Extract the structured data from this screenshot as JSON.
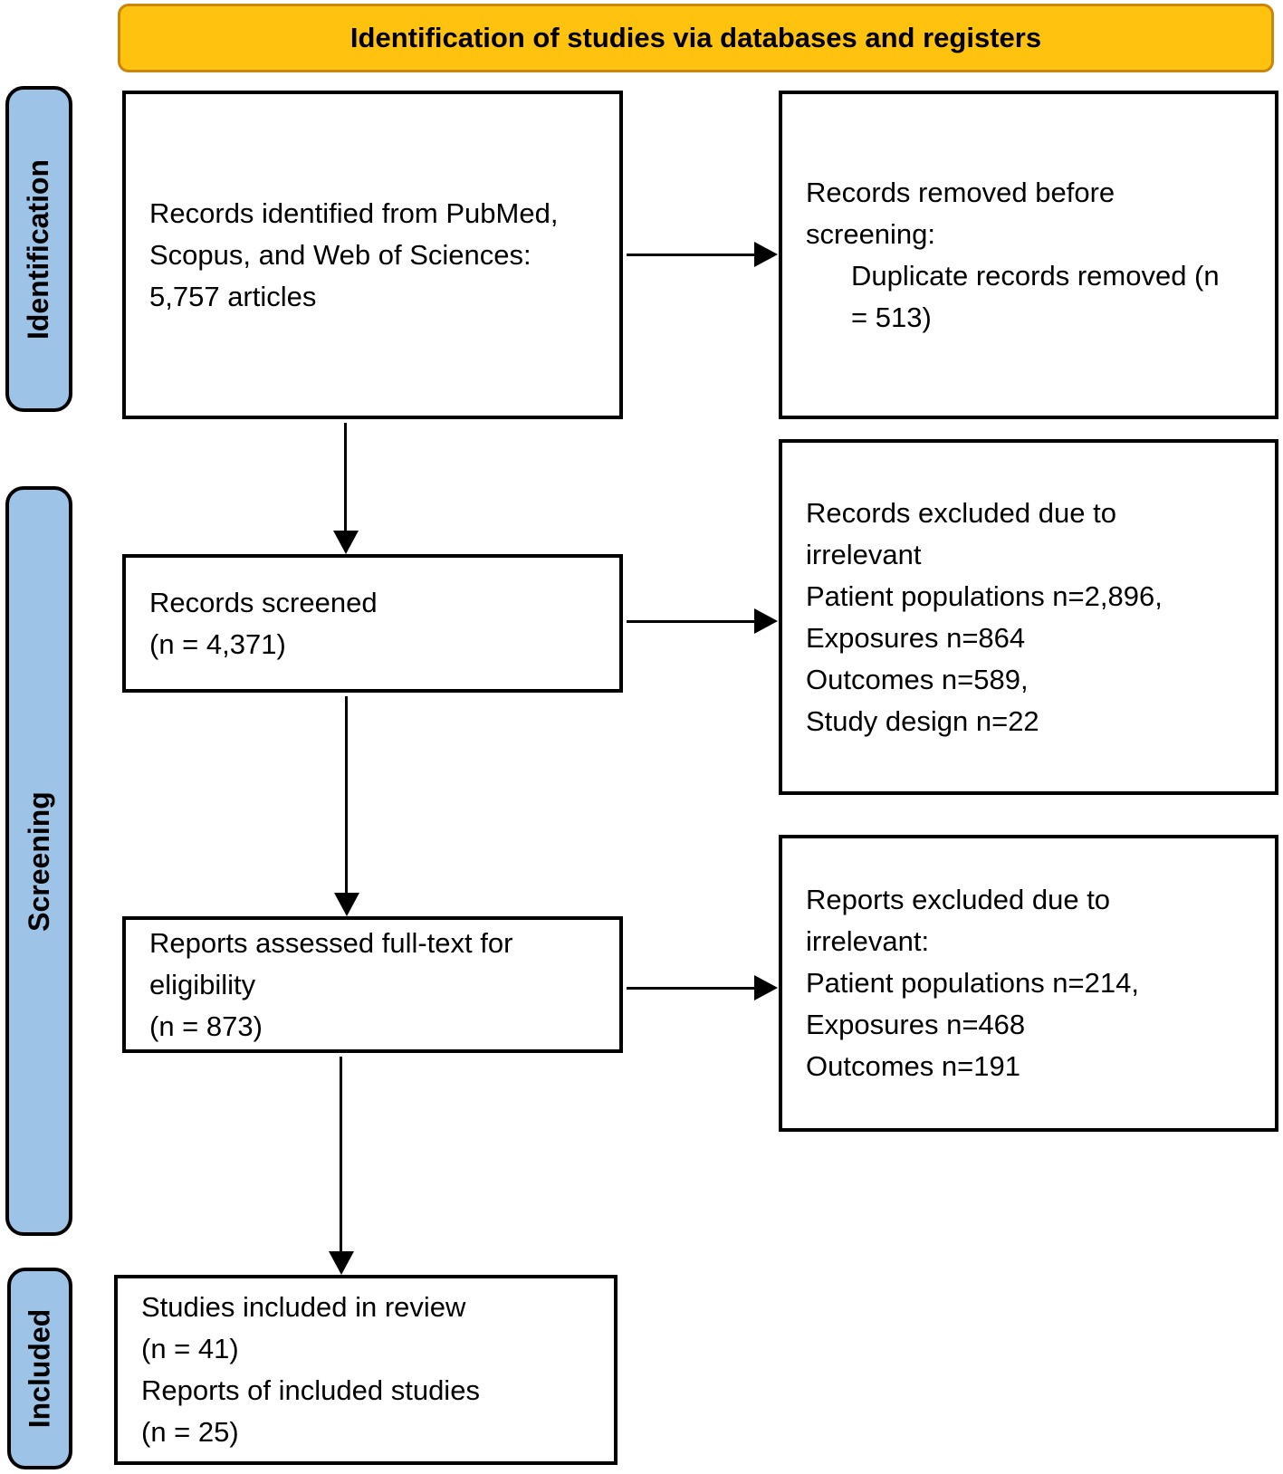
{
  "banner": {
    "label": "Identification of studies via databases and registers"
  },
  "colors": {
    "banner_fill": "#FFC20E",
    "banner_border": "#C8860B",
    "stage_fill": "#9DC3E6",
    "box_border": "#000000",
    "background": "#FFFFFF"
  },
  "stages": [
    {
      "label": "Identification"
    },
    {
      "label": "Screening"
    },
    {
      "label": "Included"
    }
  ],
  "boxes": {
    "records_identified": {
      "lines": [
        {
          "text": "Records identified from PubMed,"
        },
        {
          "text": "Scopus, and Web of Sciences:"
        },
        {
          "text": "5,757 articles"
        }
      ]
    },
    "records_removed": {
      "lines": [
        {
          "text": "Records removed before"
        },
        {
          "text": "screening:"
        },
        {
          "text": "Duplicate records removed (n",
          "indent": true
        },
        {
          "text": "= 513)",
          "indent": true
        }
      ]
    },
    "records_screened": {
      "lines": [
        {
          "text": "Records screened"
        },
        {
          "text": "(n = 4,371)"
        }
      ]
    },
    "records_excluded": {
      "lines": [
        {
          "text": "Records excluded due to"
        },
        {
          "text": "irrelevant"
        },
        {
          "text": "Patient populations n=2,896,"
        },
        {
          "text": "Exposures n=864"
        },
        {
          "text": "Outcomes n=589,"
        },
        {
          "text": "Study design n=22"
        }
      ]
    },
    "reports_assessed": {
      "lines": [
        {
          "text": "Reports assessed full-text for"
        },
        {
          "text": "eligibility"
        },
        {
          "text": "(n = 873)"
        }
      ]
    },
    "reports_excluded": {
      "lines": [
        {
          "text": "Reports excluded due to"
        },
        {
          "text": "irrelevant:"
        },
        {
          "text": "Patient populations n=214,"
        },
        {
          "text": "Exposures n=468"
        },
        {
          "text": "Outcomes n=191"
        }
      ]
    },
    "studies_included": {
      "lines": [
        {
          "text": "Studies included in review"
        },
        {
          "text": "(n = 41)"
        },
        {
          "text": "Reports of included studies"
        },
        {
          "text": "(n = 25)"
        }
      ]
    }
  }
}
